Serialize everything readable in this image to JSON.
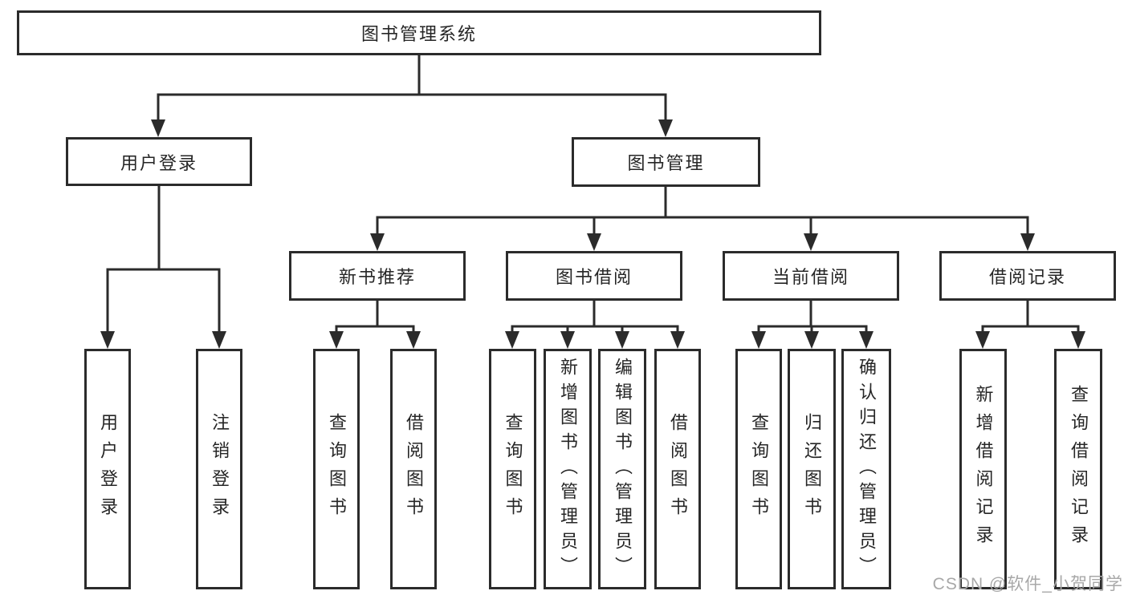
{
  "tree": {
    "root": {
      "label": "图书管理系统"
    },
    "children": [
      {
        "label": "用户登录",
        "children": [
          {
            "label": "用户登录"
          },
          {
            "label": "注销登录"
          }
        ]
      },
      {
        "label": "图书管理",
        "children": [
          {
            "label": "新书推荐",
            "children": [
              {
                "label": "查询图书"
              },
              {
                "label": "借阅图书"
              }
            ]
          },
          {
            "label": "图书借阅",
            "children": [
              {
                "label": "查询图书"
              },
              {
                "label": "新增图书（管理员）"
              },
              {
                "label": "编辑图书（管理员）"
              },
              {
                "label": "借阅图书"
              }
            ]
          },
          {
            "label": "当前借阅",
            "children": [
              {
                "label": "查询图书"
              },
              {
                "label": "归还图书"
              },
              {
                "label": "确认归还（管理员）"
              }
            ]
          },
          {
            "label": "借阅记录",
            "children": [
              {
                "label": "新增借阅记录"
              },
              {
                "label": "查询借阅记录"
              }
            ]
          }
        ]
      }
    ]
  },
  "watermark": {
    "text": "CSDN @软件_小贺同学"
  },
  "colors": {
    "line": "#2b2b2b",
    "text": "#262626",
    "box_background": "#ffffff",
    "watermark": "#a8a8a8",
    "background": "#ffffff"
  }
}
